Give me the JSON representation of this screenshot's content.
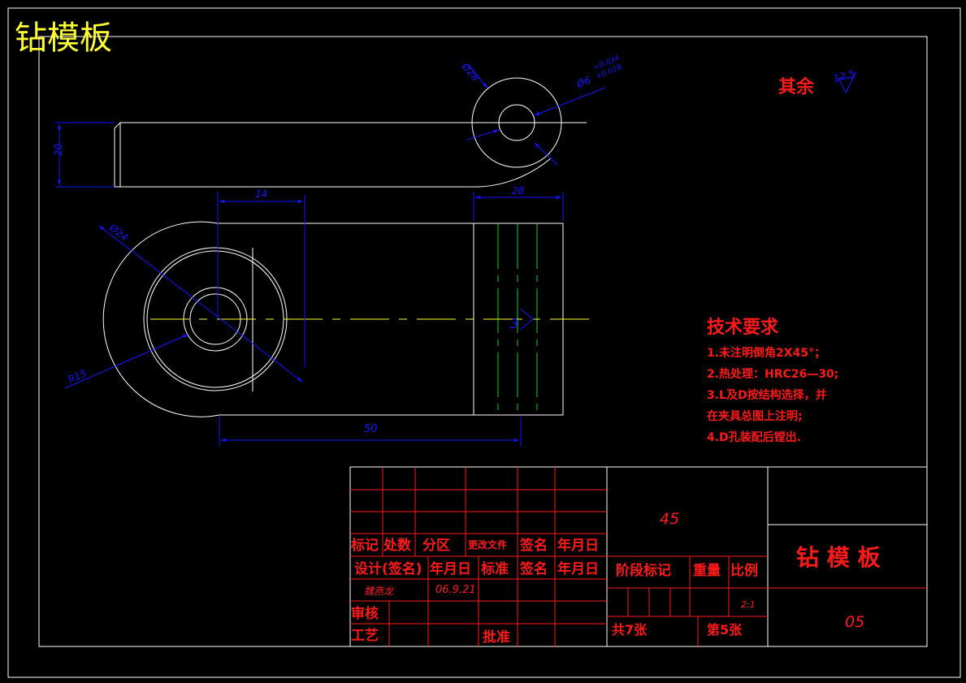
{
  "drawing_title": "钻模板",
  "roughness": {
    "label": "其余",
    "value": "12.5"
  },
  "dimensions": {
    "height_20": "20",
    "dia_28": "Ø28",
    "dia_6": "Ø6",
    "dia_6_tol_upper": "+0.034",
    "dia_6_tol_lower": "+0.016",
    "len_14": "14",
    "len_28": "28",
    "dia_24": "Ø24",
    "radius_15": "R15",
    "len_50": "50"
  },
  "section_mark": "3",
  "tech_requirements": {
    "title": "技术要求",
    "items": [
      "1.未注明倒角2X45°；",
      "2.热处理：HRC26—30;",
      "3.L及D按结构选择，并",
      "在夹具总图上注明;",
      "4.D孔装配后镗出."
    ]
  },
  "title_block": {
    "material": "45",
    "part_name": "钻 模 板",
    "drawing_no": "05",
    "labels": {
      "mark": "标记",
      "count": "处数",
      "zone": "分区",
      "change_doc": "更改文件",
      "sign": "签名",
      "date": "年月日",
      "design": "设计",
      "sign_paren": "(签名)",
      "date2": "年月日",
      "standard": "标准",
      "sign2": "签名",
      "date3": "年月日",
      "stage": "阶段标记",
      "weight": "重量",
      "scale": "比例",
      "review": "审核",
      "process": "工艺",
      "approve": "批准",
      "total_sheets": "共7张",
      "sheet_no": "第5张"
    },
    "designer": "魏燕龙",
    "design_date": "06.9.21",
    "scale_value": "2:1"
  }
}
